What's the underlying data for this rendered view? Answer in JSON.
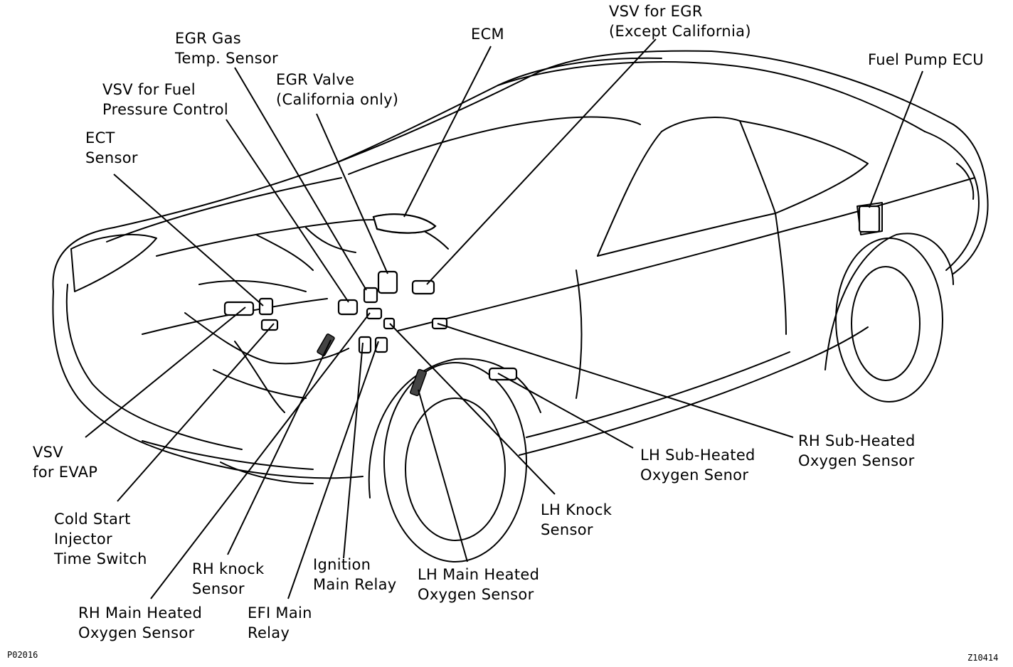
{
  "labels": {
    "vsv_egr": [
      "VSV for EGR",
      "(Except California)"
    ],
    "ecm": [
      "ECM"
    ],
    "egr_gas_temp": [
      "EGR Gas",
      "Temp. Sensor"
    ],
    "egr_valve": [
      "EGR Valve",
      "(California only)"
    ],
    "vsv_fuel": [
      "VSV for Fuel",
      "Pressure Control"
    ],
    "ect": [
      "ECT",
      "Sensor"
    ],
    "fuel_pump_ecu": [
      "Fuel Pump ECU"
    ],
    "vsv_evap": [
      "VSV",
      "for EVAP"
    ],
    "cold_start": [
      "Cold Start",
      "Injector",
      "Time Switch"
    ],
    "rh_knock": [
      "RH knock",
      "Sensor"
    ],
    "rh_main_o2": [
      "RH Main Heated",
      "Oxygen Sensor"
    ],
    "efi_main": [
      "EFI Main",
      "Relay"
    ],
    "ignition_main": [
      "Ignition",
      "Main Relay"
    ],
    "lh_main_o2": [
      "LH Main Heated",
      "Oxygen Sensor"
    ],
    "lh_knock": [
      "LH Knock",
      "Sensor"
    ],
    "lh_sub_o2": [
      "LH Sub-Heated",
      "Oxygen Senor"
    ],
    "rh_sub_o2": [
      "RH Sub-Heated",
      "Oxygen Sensor"
    ]
  },
  "codes": {
    "left": "P02016",
    "right": "Z10414"
  }
}
